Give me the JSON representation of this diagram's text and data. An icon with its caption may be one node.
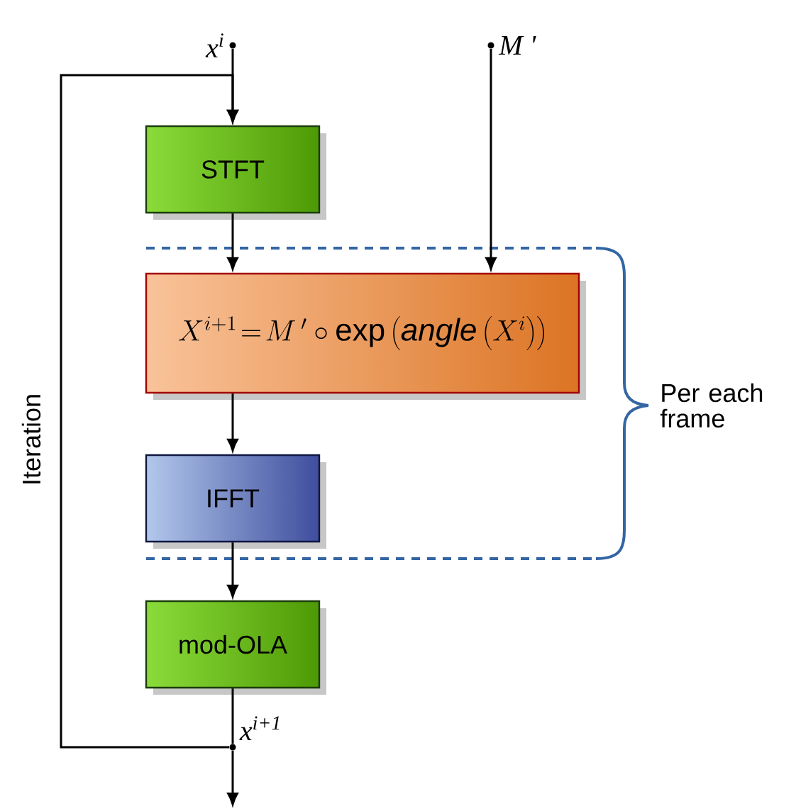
{
  "diagram": {
    "nodes": [
      {
        "text": [
          "x$^{i}$"
        ]
      },
      {
        "text": [
          "M '"
        ]
      },
      {
        "text": [
          "STFT"
        ]
      },
      {
        "text": [
          "X^{i+1}\\!=\\!M\\,'\\circ\\exp\\left(\\mathbf{\\mathit{angle}}\\left(X^{i}\\right)\\right)"
        ]
      },
      {
        "text": [
          "IFFT"
        ]
      },
      {
        "text": [
          "mod-OLA"
        ]
      },
      {
        "text": [
          "x$^{i+1}$"
        ]
      }
    ],
    "edges": [
      {
        "from": 0,
        "to": 2,
        "arrow": "to"
      },
      {
        "from": 1,
        "to": 3,
        "arrow": "to"
      },
      {
        "from": 2,
        "to": 3,
        "arrow": "to"
      },
      {
        "from": 3,
        "to": 4,
        "arrow": "to"
      },
      {
        "from": 4,
        "to": 5,
        "arrow": "to"
      },
      {
        "from": 5,
        "to": 6,
        "arrow": "none"
      },
      {
        "from": 6,
        "to": null,
        "arrow": "to"
      },
      {
        "from": 6,
        "to": 2,
        "arrow": "to"
      }
    ],
    "labels": [
      "Per each frame",
      "Iteration"
    ]
  }
}
